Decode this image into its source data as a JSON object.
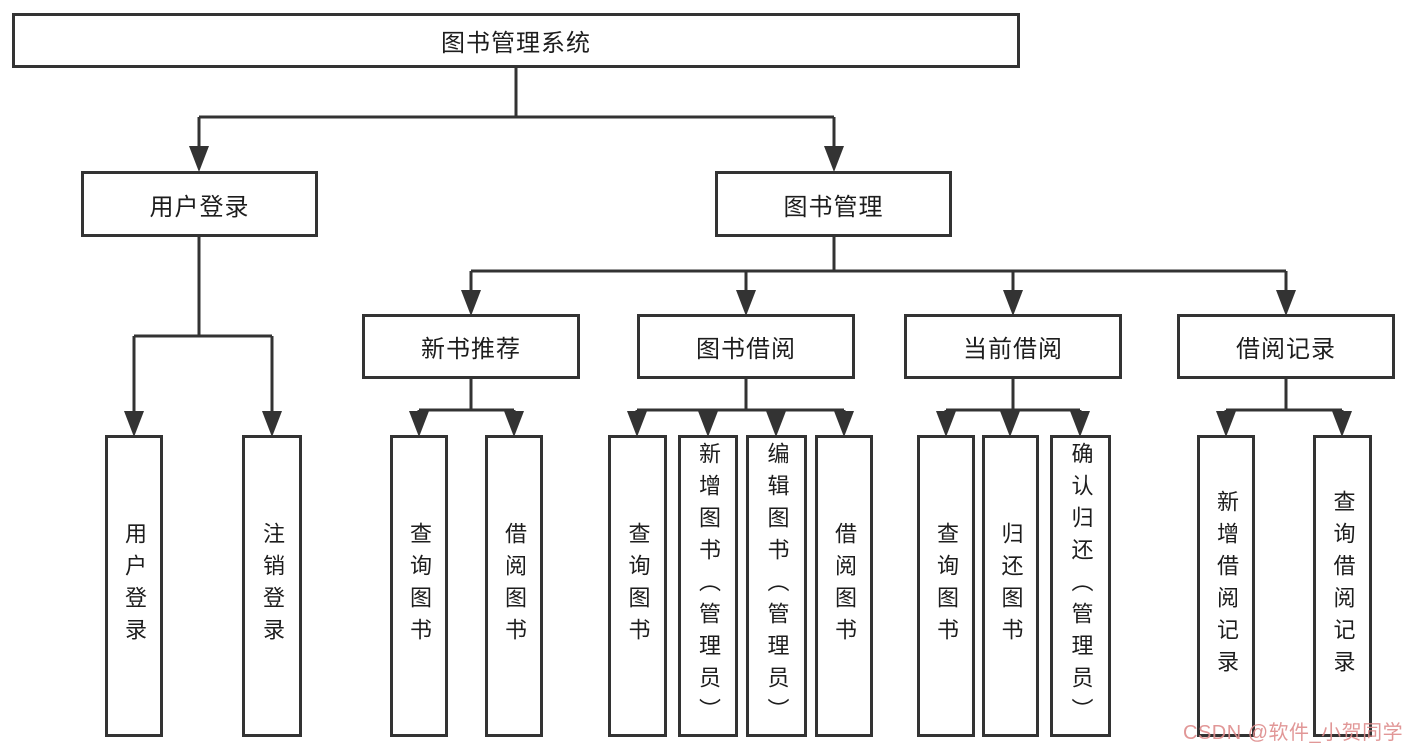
{
  "diagram": {
    "root": {
      "label": "图书管理系统"
    },
    "branches": [
      {
        "label": "用户登录",
        "children": [
          {
            "label": "用户登录"
          },
          {
            "label": "注销登录"
          }
        ]
      },
      {
        "label": "图书管理",
        "children": [
          {
            "label": "新书推荐",
            "children": [
              {
                "label": "查询图书"
              },
              {
                "label": "借阅图书"
              }
            ]
          },
          {
            "label": "图书借阅",
            "children": [
              {
                "label": "查询图书"
              },
              {
                "label": "新增图书（管理员）"
              },
              {
                "label": "编辑图书（管理员）"
              },
              {
                "label": "借阅图书"
              }
            ]
          },
          {
            "label": "当前借阅",
            "children": [
              {
                "label": "查询图书"
              },
              {
                "label": "归还图书"
              },
              {
                "label": "确认归还（管理员）"
              }
            ]
          },
          {
            "label": "借阅记录",
            "children": [
              {
                "label": "新增借阅记录"
              },
              {
                "label": "查询借阅记录"
              }
            ]
          }
        ]
      }
    ],
    "watermark": "CSDN @软件_小贺同学",
    "colors": {
      "line": "#333333",
      "text": "#1d1d1d",
      "background": "#ffffff",
      "watermark": "#de8c8c"
    }
  }
}
